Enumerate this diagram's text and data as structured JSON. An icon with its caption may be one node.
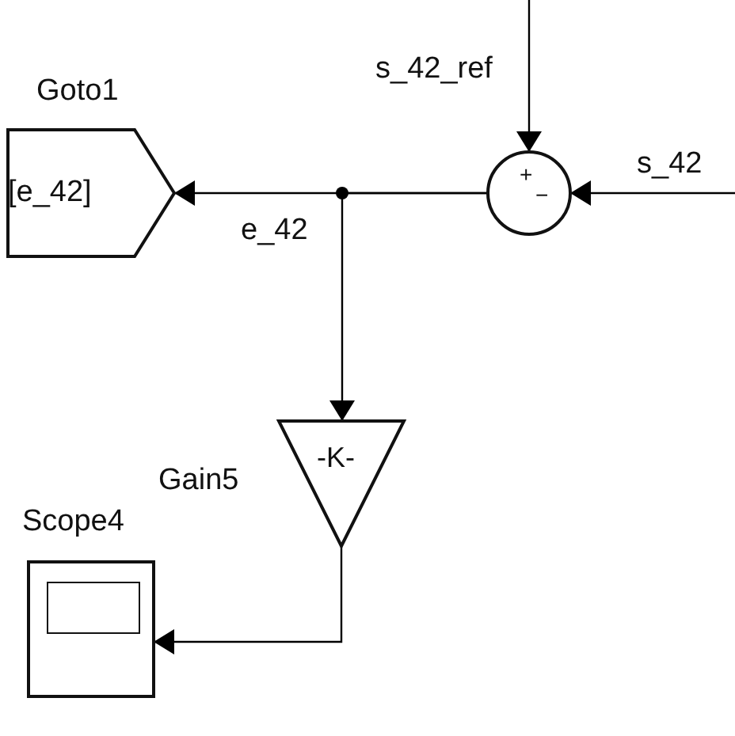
{
  "diagram": {
    "nodes": [
      {
        "text": [
          "Goto1",
          "[e_42]"
        ]
      },
      {
        "text": [
          "+",
          "−"
        ]
      },
      {
        "text": [
          "Gain5",
          "-K-"
        ]
      },
      {
        "text": [
          "Scope4"
        ]
      }
    ],
    "edges": [
      {
        "from": null,
        "to": 1,
        "arrow": "to",
        "label": "s_42_ref"
      },
      {
        "from": null,
        "to": 1,
        "arrow": "to",
        "label": "s_42"
      },
      {
        "from": 1,
        "to": 0,
        "arrow": "to",
        "label": "e_42"
      },
      {
        "from": 1,
        "to": 2,
        "arrow": "to"
      },
      {
        "from": 2,
        "to": 3,
        "arrow": "to"
      }
    ]
  }
}
